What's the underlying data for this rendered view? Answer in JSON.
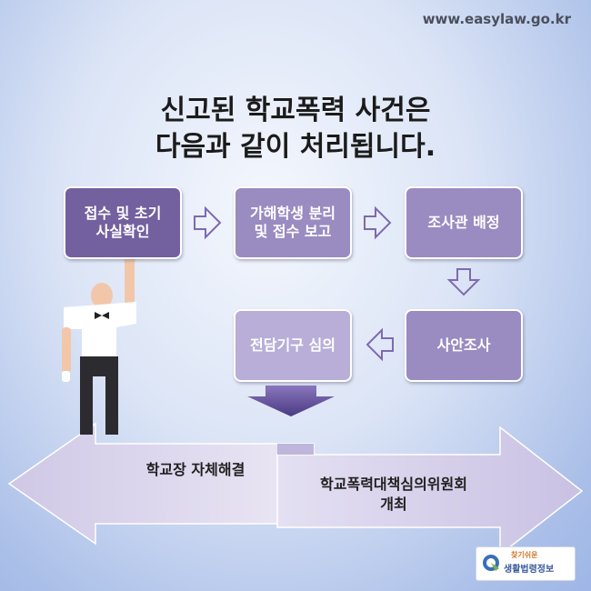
{
  "site_url": "www.easylaw.go.kr",
  "title": {
    "line1": "신고된 학교폭력 사건은",
    "line2": "다음과 같이 처리됩니다."
  },
  "steps": {
    "report": "접수 및 초기\n사실확인",
    "separate": "가해학생 분리\n및 접수 보고",
    "investigator": "조사관 배정",
    "investigation": "사안조사",
    "committee_review": "전담기구 심의"
  },
  "outcomes": {
    "school_resolution": "학교장 자체해결",
    "committee": "학교폭력대책심의위원회\n개최"
  },
  "logo": {
    "top_text": "찾기쉬운",
    "bottom_text": "생활법령정보"
  },
  "colors": {
    "step_dark": "#72609f",
    "step_mid": "#9a8bc1",
    "step_light": "#b8aed7",
    "arrow_outline": "#7e6aae",
    "bottom_arrow": "#d8d3ec"
  }
}
